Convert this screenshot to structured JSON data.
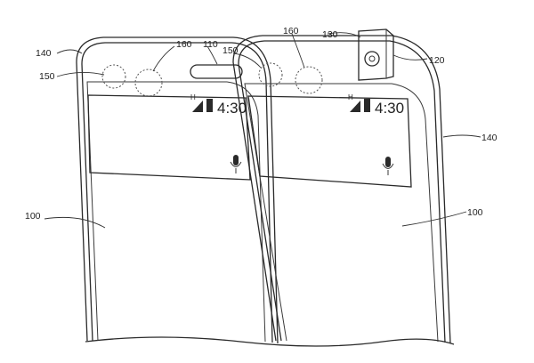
{
  "figure": {
    "labels": {
      "display_left": "100",
      "display_right": "100",
      "popup_module": "120",
      "camera": "130",
      "frame_left": "140",
      "frame_right": "140",
      "sensor_left_outer": "150",
      "sensor_left_inner": "160",
      "notch": "110",
      "sensor_right_outer": "150",
      "sensor_right_inner": "160"
    },
    "status_left": {
      "time": "4:30",
      "network": "H"
    },
    "status_right": {
      "time": "4:30",
      "network": "H"
    },
    "icons": [
      "signal-icon",
      "battery-icon",
      "microphone-icon",
      "camera-lens-icon"
    ]
  }
}
